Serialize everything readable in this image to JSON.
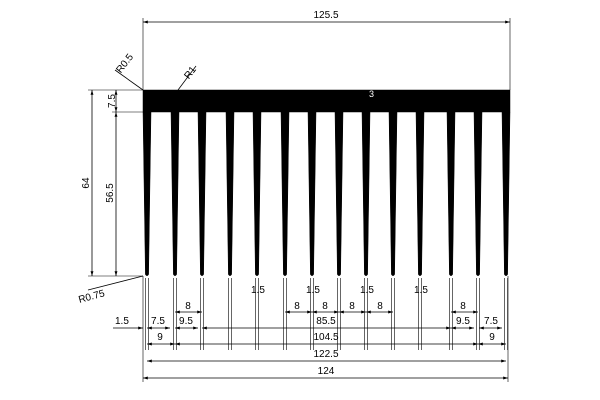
{
  "colors": {
    "ink": "#000000",
    "background": "#ffffff"
  },
  "dimensions": {
    "overall_width": "125.5",
    "corner_radius_outer": "R0.5",
    "corner_radius_inner": "R1",
    "base_thickness": "7.5",
    "total_height": "64",
    "fin_height": "56.5",
    "fin_tip_radius": "R0.75",
    "edge_fin_offset": "1.5",
    "edge_fin_width": "7.5",
    "second_gap": "9.5",
    "fin_pitch": "8",
    "fin_tip_width": "1.5",
    "center_span": "85.5",
    "edge_span": "9",
    "inner_span": "104.5",
    "span_122": "122.5",
    "bottom_width": "124",
    "center_mark": "3"
  }
}
